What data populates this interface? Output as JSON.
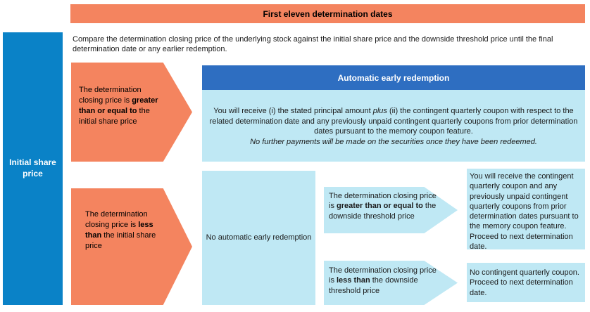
{
  "header": {
    "title": "First eleven determination dates"
  },
  "left_bar": {
    "label": "Initial share price"
  },
  "intro": {
    "text": "Compare the determination closing price of the underlying stock against the initial share price and the downside threshold price until the final determination date or any earlier redemption."
  },
  "condition_upper": {
    "prefix": "The determination closing price is ",
    "bold": "greater than or equal to",
    "suffix": " the initial share price"
  },
  "condition_lower": {
    "prefix": "The determination closing price is ",
    "bold": "less than",
    "suffix": " the initial share price"
  },
  "auto_redemption": {
    "title": "Automatic early redemption",
    "part1": "You will receive (i) the stated principal amount ",
    "plus": "plus",
    "part2": " (ii) the contingent quarterly coupon with respect to the related determination date and any previously unpaid contingent quarterly coupons from prior determination dates pursuant to the memory coupon feature.",
    "note": "No further payments will be made on the securities once they have been redeemed."
  },
  "no_redemption": {
    "label": "No automatic early redemption"
  },
  "downside_upper": {
    "prefix": "The determination closing price is ",
    "bold": "greater than or equal to",
    "suffix": " the downside threshold price"
  },
  "downside_lower": {
    "prefix": "The determination closing price is ",
    "bold": "less than",
    "suffix": " the downside threshold price"
  },
  "result_upper": {
    "text": "You will receive the contingent quarterly coupon and any previously unpaid contingent quarterly coupons from prior determination dates pursuant to the memory coupon feature. Proceed to next determination date."
  },
  "result_lower": {
    "text": "No contingent quarterly coupon. Proceed to next determination date."
  },
  "colors": {
    "salmon": "#f4845f",
    "blue_bar": "#0a82c7",
    "dark_blue": "#2e6ec1",
    "light_blue": "#bfe8f4"
  }
}
